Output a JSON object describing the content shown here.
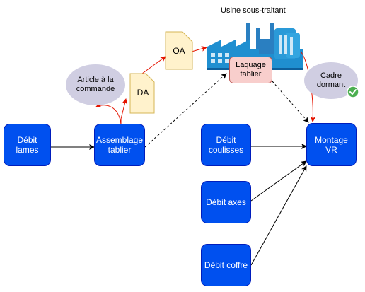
{
  "title": "Usine sous-traitant",
  "colors": {
    "process_fill": "#0050ef",
    "process_stroke": "#001dbc",
    "doc_fill": "#fff2cc",
    "doc_stroke": "#d6b656",
    "cloud_fill": "#d0cee2",
    "laquage_fill": "#f8cecc",
    "laquage_stroke": "#b85450",
    "red_arrow": "#e51400",
    "factory_blue": "#1f8fd0",
    "check_green": "#4caf50"
  },
  "processes": {
    "debit_lames": "Débit\nlames",
    "assemblage": "Assemblage\ntablier",
    "debit_coulisses": "Débit\ncoulisses",
    "debit_axes": "Débit axes",
    "debit_coffre": "Débit coffre",
    "montage": "Montage\nVR"
  },
  "documents": {
    "da": "DA",
    "oa": "OA"
  },
  "clouds": {
    "article": "Article à la\ncommande",
    "cadre": "Cadre\ndormant"
  },
  "subcontract_step": "Laquage\ntablier",
  "icons": [
    "factory-icon",
    "check-badge-icon"
  ]
}
